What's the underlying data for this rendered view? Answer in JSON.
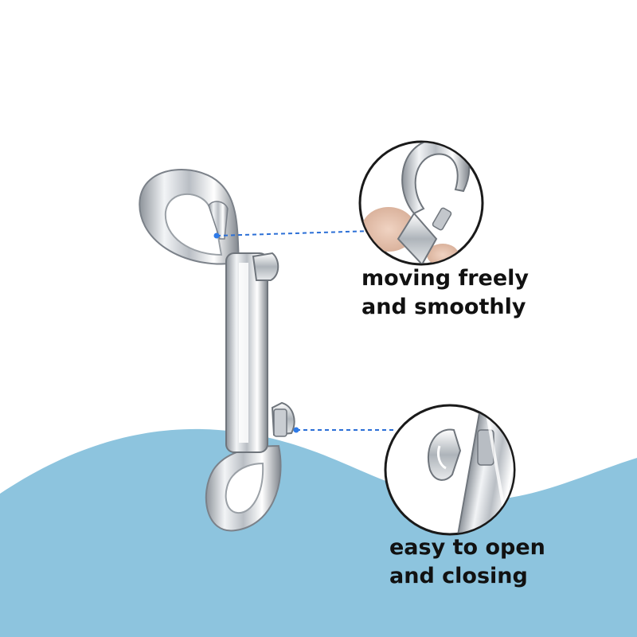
{
  "captions": {
    "feature_1": {
      "line1": "moving freely",
      "line2": "and smoothly"
    },
    "feature_2": {
      "line1": "easy to open",
      "line2": "and closing"
    }
  },
  "colors": {
    "wave_blue": "#8dc4de",
    "leader_line": "#2b6fd6",
    "leader_dot": "#2f7be8",
    "caption_text": "#111111",
    "background": "#ffffff"
  },
  "icons": {
    "product": "double-ended-bolt-snap-icon",
    "detail_1": "hook-gate-closeup",
    "detail_2": "spring-gate-closeup"
  }
}
